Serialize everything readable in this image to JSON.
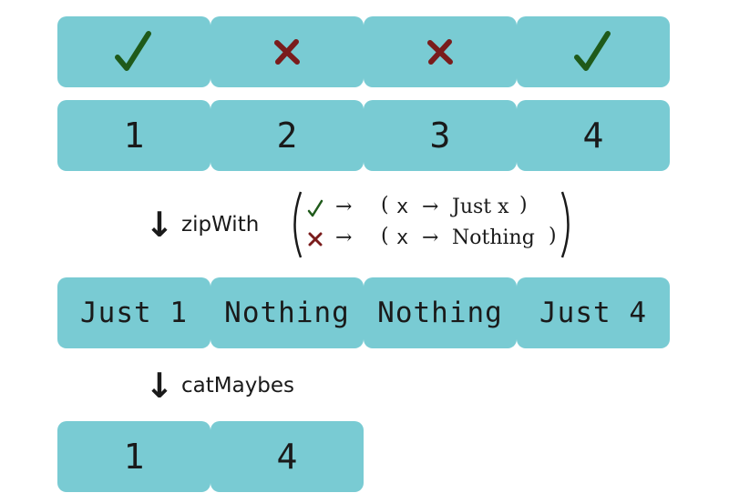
{
  "mask_row": [
    {
      "icon": "check-icon",
      "color": "#1f5a1a"
    },
    {
      "icon": "cross-icon",
      "color": "#7a1c1c"
    },
    {
      "icon": "cross-icon",
      "color": "#7a1c1c"
    },
    {
      "icon": "check-icon",
      "color": "#1f5a1a"
    }
  ],
  "values_row": [
    "1",
    "2",
    "3",
    "4"
  ],
  "step1": {
    "label": "zipWith",
    "lambda": {
      "true_branch": {
        "var": "x",
        "result": "Just x"
      },
      "false_branch": {
        "var": "x",
        "result": "Nothing"
      }
    }
  },
  "maybes_row": [
    "Just 1",
    "Nothing",
    "Nothing",
    "Just 4"
  ],
  "step2": {
    "label": "catMaybes"
  },
  "result_row": [
    "1",
    "4"
  ],
  "colors": {
    "cell": "#79cbd3",
    "check": "#1f5a1a",
    "cross": "#7a1c1c",
    "text": "#1a1a1a"
  }
}
